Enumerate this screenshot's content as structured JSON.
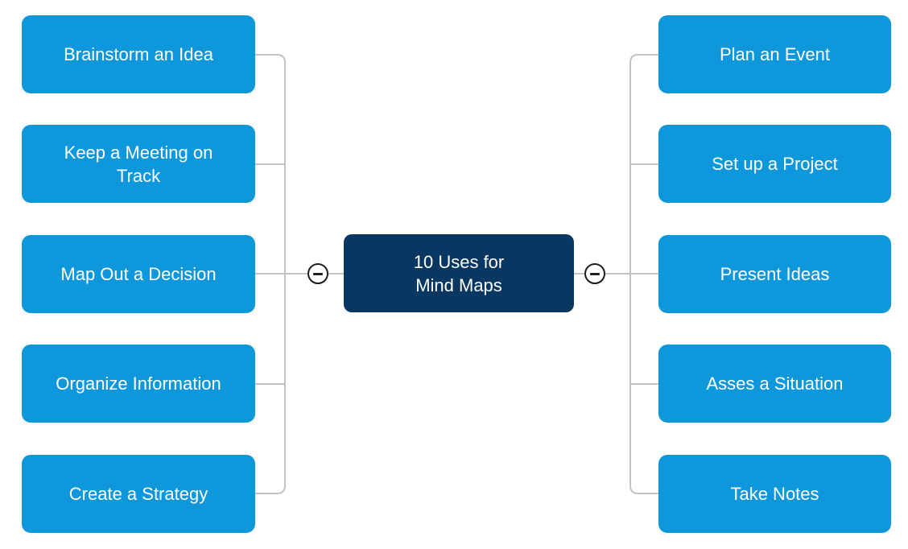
{
  "diagram": {
    "type": "mind-map",
    "colors": {
      "child_node_fill": "#0e98db",
      "central_node_fill": "#083761",
      "node_text": "#ffffff",
      "connector_line": "#c2c2c2",
      "collapse_button_border": "#1e1e1e",
      "background": "#ffffff"
    }
  },
  "central_node": {
    "label": "10 Uses for\nMind Maps"
  },
  "left_branch": {
    "collapse_button": {
      "symbol": "minus",
      "state": "expanded"
    },
    "nodes": [
      {
        "label": "Brainstorm an Idea"
      },
      {
        "label": "Keep a Meeting on Track"
      },
      {
        "label": "Map Out a Decision"
      },
      {
        "label": "Organize Information"
      },
      {
        "label": "Create a Strategy"
      }
    ]
  },
  "right_branch": {
    "collapse_button": {
      "symbol": "minus",
      "state": "expanded"
    },
    "nodes": [
      {
        "label": "Plan an Event"
      },
      {
        "label": "Set up a Project"
      },
      {
        "label": "Present Ideas"
      },
      {
        "label": "Asses a Situation"
      },
      {
        "label": "Take Notes"
      }
    ]
  }
}
